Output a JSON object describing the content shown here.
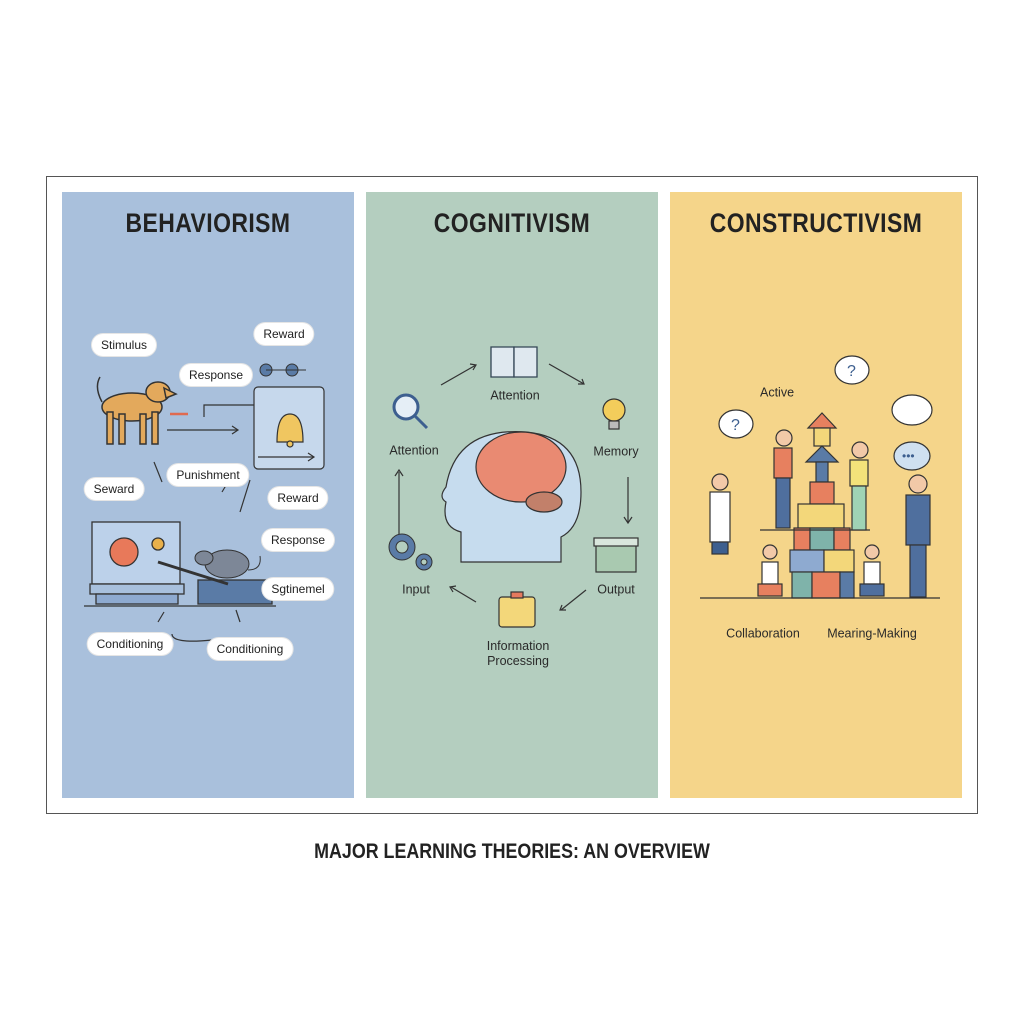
{
  "panels": [
    {
      "title": "BEHAVIORISM",
      "labels": [
        "Stimulus",
        "Response",
        "Reward",
        "Seward",
        "Punishment",
        "Reward",
        "Response",
        "Sgtinemel",
        "Conditioning",
        "Conditioning"
      ]
    },
    {
      "title": "COGNITIVISM",
      "labels": [
        "Attention",
        "Attention",
        "Memory",
        "Output",
        "Input",
        "Information Processing"
      ]
    },
    {
      "title": "CONSTRUCTIVISM",
      "labels": [
        "Active",
        "Collaboration",
        "Mearing-Making"
      ]
    }
  ],
  "caption": "MAJOR LEARNING THEORIES: AN OVERVIEW",
  "colors": {
    "behaviorism": "#a9c0dc",
    "cognitivism": "#b4cebf",
    "constructivism": "#f5d58a"
  }
}
